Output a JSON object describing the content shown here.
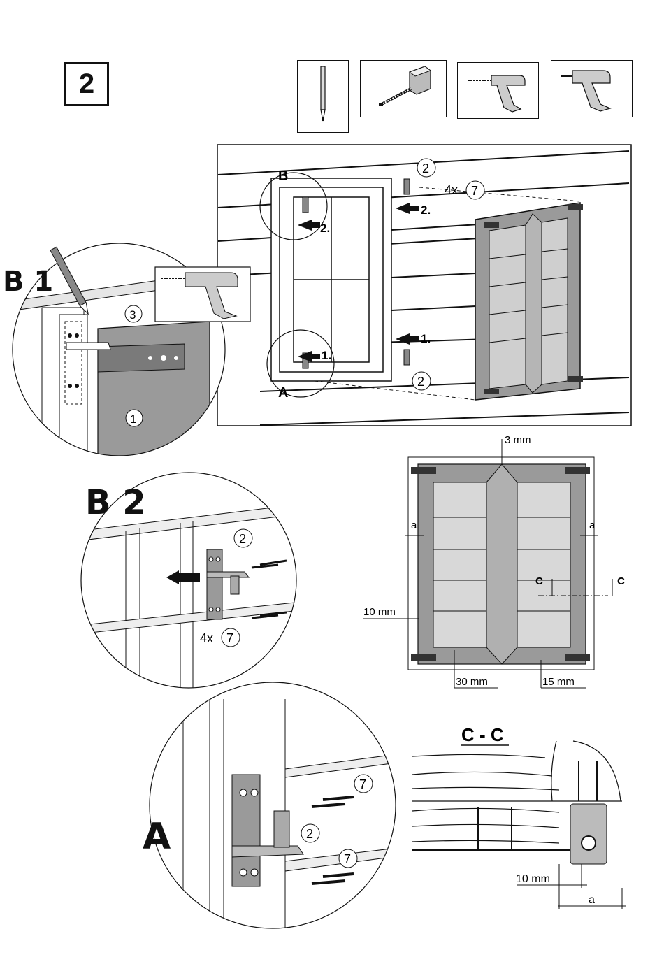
{
  "step": {
    "number": "2"
  },
  "tools": [
    {
      "icon": "pencil-icon"
    },
    {
      "icon": "tape-measure-icon"
    },
    {
      "icon": "drill-bit-icon"
    },
    {
      "icon": "screwdriver-drill-icon"
    }
  ],
  "overview": {
    "label_a": "A",
    "label_b": "B",
    "hinge_part": "2",
    "screw_count": "4x",
    "screw_part": "7",
    "order_1": "1.",
    "order_2": "2."
  },
  "detail_b1": {
    "title": "B 1",
    "bracket_part": "3",
    "frame_part": "1"
  },
  "detail_b2": {
    "title": "B 2",
    "hinge_part": "2",
    "screw_count": "4x",
    "screw_part": "7"
  },
  "detail_a": {
    "title": "A",
    "hinge_part": "2",
    "screw_part_top": "7",
    "screw_part_bottom": "7"
  },
  "dimensions": {
    "top_gap": "3 mm",
    "side_a": "a",
    "bottom_offset": "10 mm",
    "hinge_offset": "30 mm",
    "edge_offset": "15 mm",
    "section_mark": "C"
  },
  "section_cc": {
    "title": "C - C",
    "gap": "10 mm",
    "side_a": "a"
  }
}
